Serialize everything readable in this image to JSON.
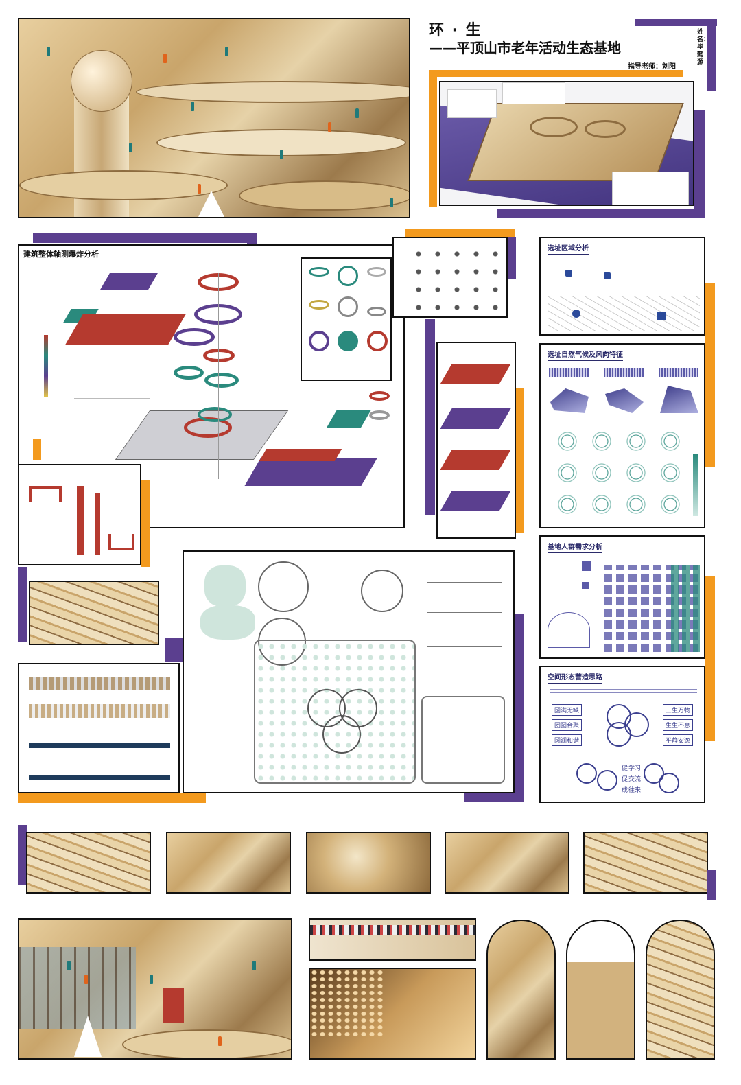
{
  "header": {
    "title": "环 · 生",
    "subtitle": "——平顶山市老年活动生态基地",
    "advisor_label": "指导老师：",
    "advisor_name": "刘阳",
    "name_label": "姓名：",
    "name_value": "毕懿源"
  },
  "panels": {
    "axon_explosion": "建筑整体轴测爆炸分析",
    "site_location": "选址区域分析",
    "climate": "选址自然气候及风向特征",
    "crowd": "基地人群需求分析",
    "space_form": "空间形态营造思路"
  },
  "space_form": {
    "left_labels": [
      "圆满无缺",
      "团圆合聚",
      "圆润和谐"
    ],
    "right_labels": [
      "三生万物",
      "生生不息",
      "平静安逸"
    ],
    "bottom_left": [
      "健",
      "促",
      "成"
    ],
    "bottom_right": [
      "学习",
      "交流",
      "往来"
    ]
  },
  "colors": {
    "accent_orange": "#f39a1e",
    "accent_purple": "#5b3f8f",
    "explosion_red": "#b53a2f",
    "explosion_teal": "#2a8a7d",
    "text_navy": "#2b2b6a"
  },
  "icons": [
    "spiral-ramp-render",
    "site-aerial-render",
    "exploded-axonometric",
    "site-plan",
    "elevation-strips",
    "interior-render"
  ]
}
